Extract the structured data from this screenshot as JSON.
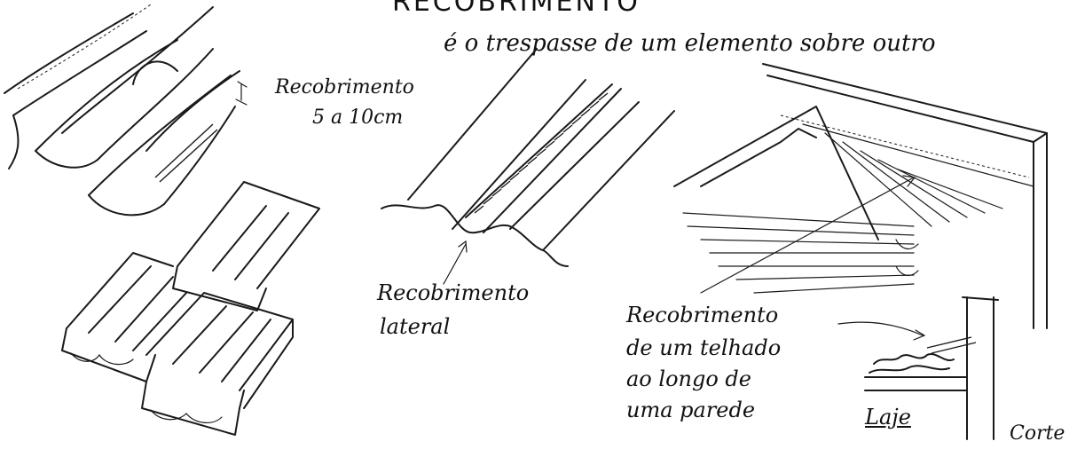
{
  "title": "RECOBRIMENTO",
  "definition": "é o trespasse de um elemento sobre outro",
  "labels": {
    "recobrimento_1": "Recobrimento",
    "recobrimento_range": "5 a 10cm",
    "lateral_line1": "Recobrimento",
    "lateral_line2": "lateral",
    "telhado_line1": "Recobrimento",
    "telhado_line2": "de um telhado",
    "telhado_line3": "ao longo de",
    "telhado_line4": "uma parede",
    "laje": "Laje",
    "corte": "Corte"
  }
}
